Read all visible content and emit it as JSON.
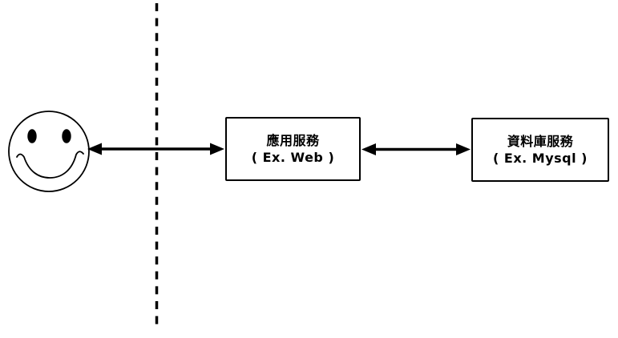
{
  "diagram": {
    "background_color": "#ffffff",
    "line_color": "#000000",
    "nodes": {
      "user": {
        "icon": "smiley-face-icon"
      },
      "app": {
        "line1": "應用服務",
        "line2": "( Ex. Web )"
      },
      "db": {
        "line1": "資料庫服務",
        "line2": "( Ex. Mysql )"
      }
    },
    "edges": [
      {
        "from": "user",
        "to": "app",
        "style": "double-headed-arrow"
      },
      {
        "from": "app",
        "to": "db",
        "style": "double-headed-arrow"
      }
    ],
    "boundary": {
      "style": "vertical-dashed-line",
      "meaning": "boundary between user side and service side"
    }
  }
}
